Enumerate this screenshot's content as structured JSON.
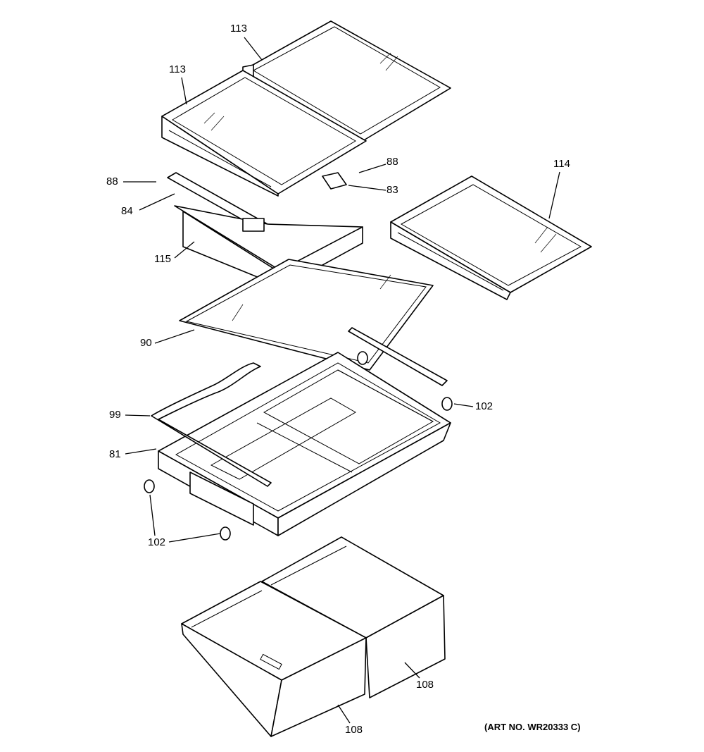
{
  "diagram": {
    "callouts": [
      {
        "id": "c1",
        "label": "113"
      },
      {
        "id": "c2",
        "label": "113"
      },
      {
        "id": "c3",
        "label": "88"
      },
      {
        "id": "c4",
        "label": "84"
      },
      {
        "id": "c5",
        "label": "115"
      },
      {
        "id": "c6",
        "label": "88"
      },
      {
        "id": "c7",
        "label": "83"
      },
      {
        "id": "c8",
        "label": "114"
      },
      {
        "id": "c9",
        "label": "90"
      },
      {
        "id": "c10",
        "label": "99"
      },
      {
        "id": "c11",
        "label": "81"
      },
      {
        "id": "c12",
        "label": "102"
      },
      {
        "id": "c13",
        "label": "102"
      },
      {
        "id": "c14",
        "label": "108"
      },
      {
        "id": "c15",
        "label": "108"
      }
    ],
    "art_number": "(ART NO. WR20333 C)"
  }
}
